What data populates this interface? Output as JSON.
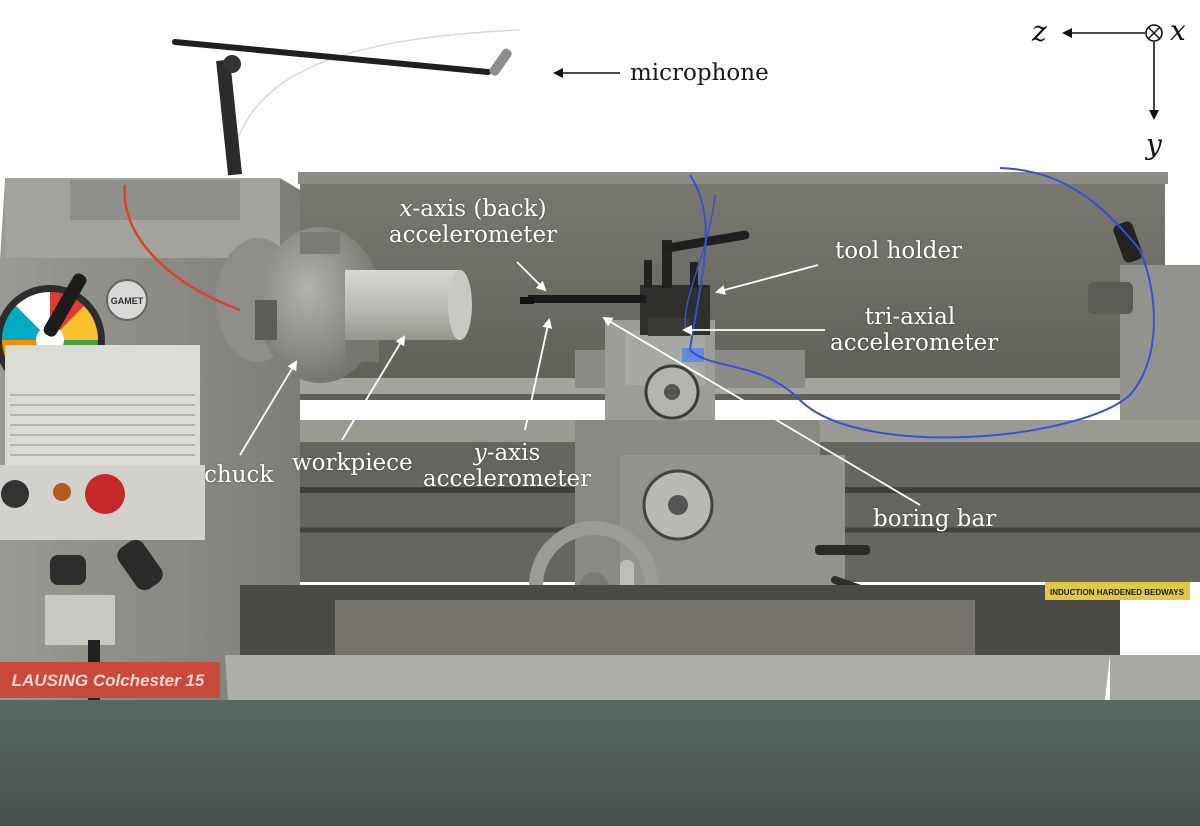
{
  "colors": {
    "label_on_dark": "#ffffff",
    "label_on_white": "#1a1a1a",
    "lathe_body": "#8a8a84",
    "backsplash": "#6e6e66",
    "base": "#4e5b58",
    "wire_blue": "#3a4fd6",
    "wire_red": "#e0402a"
  },
  "labels": {
    "microphone": "microphone",
    "x_axis_back_line1_var": "x",
    "x_axis_back_line1_rest": "-axis (back)",
    "x_axis_back_line2": "accelerometer",
    "tool_holder": "tool holder",
    "tri_axial_line1": "tri-axial",
    "tri_axial_line2": "accelerometer",
    "chuck": "chuck",
    "workpiece": "workpiece",
    "y_axis_line1_var": "y",
    "y_axis_line1_rest": "-axis",
    "y_axis_line2": "accelerometer",
    "boring_bar": "boring bar"
  },
  "axes": {
    "z": "z",
    "x": "x",
    "y": "y"
  },
  "machine_text": {
    "brand_badge": "GAMET",
    "nameplate": "LAUSING Colchester 15",
    "bedway_sign": "INDUCTION HARDENED BEDWAYS"
  }
}
